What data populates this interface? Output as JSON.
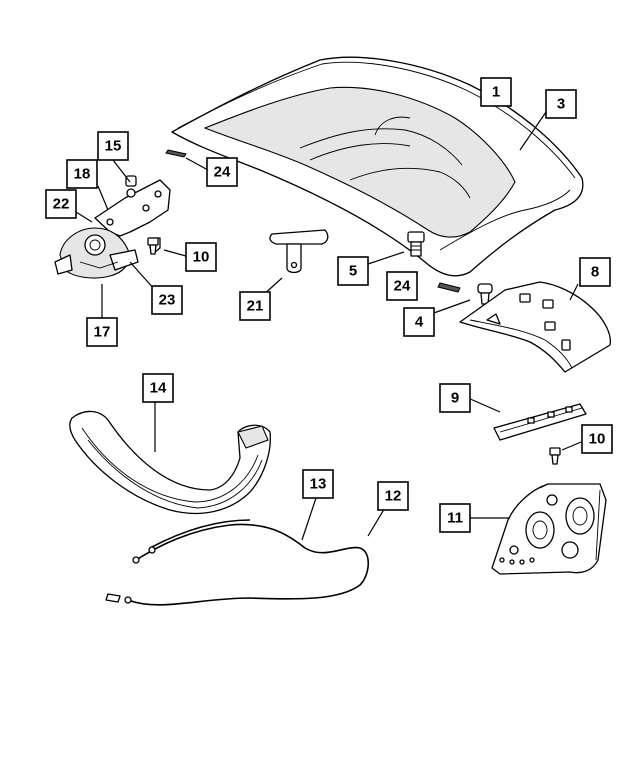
{
  "callouts": {
    "c1": "1",
    "c3": "3",
    "c15": "15",
    "c24a": "24",
    "c18": "18",
    "c22": "22",
    "c10a": "10",
    "c23": "23",
    "c17": "17",
    "c21": "21",
    "c5": "5",
    "c24b": "24",
    "c4": "4",
    "c8": "8",
    "c14": "14",
    "c9": "9",
    "c10b": "10",
    "c13": "13",
    "c12": "12",
    "c11": "11"
  }
}
